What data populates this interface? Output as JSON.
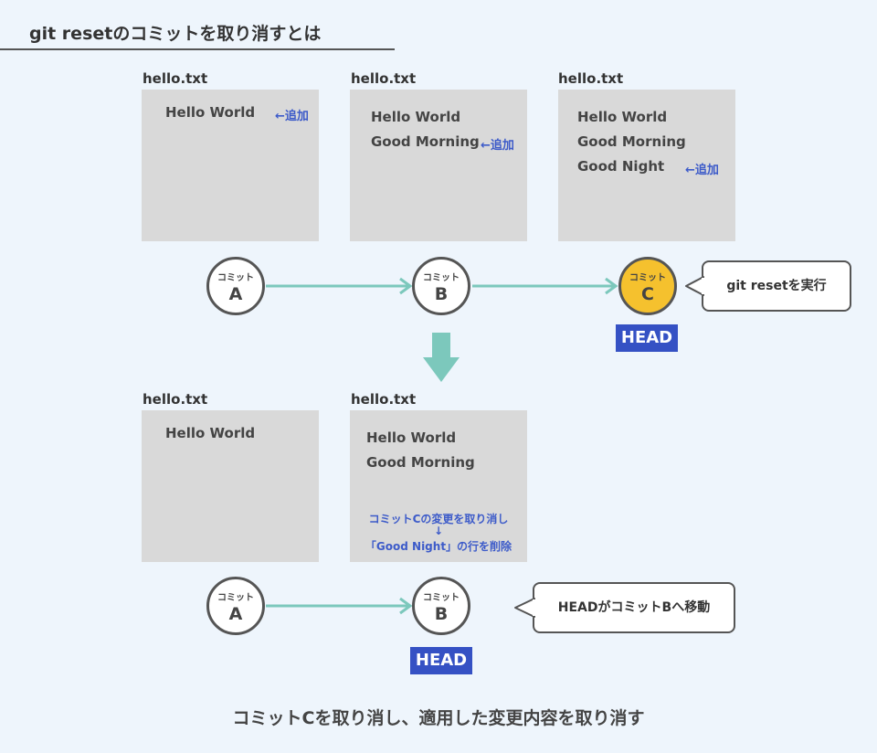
{
  "title": "git resetのコミットを取り消すとは",
  "before": {
    "files": [
      {
        "name": "hello.txt",
        "lines": [
          "Hello World"
        ],
        "added": "←追加"
      },
      {
        "name": "hello.txt",
        "lines": [
          "Hello World",
          "Good Morning"
        ],
        "added": "←追加"
      },
      {
        "name": "hello.txt",
        "lines": [
          "Hello World",
          "Good Morning",
          "Good Night"
        ],
        "added": "←追加"
      }
    ],
    "commits": [
      {
        "sub": "コミット",
        "letter": "A"
      },
      {
        "sub": "コミット",
        "letter": "B"
      },
      {
        "sub": "コミット",
        "letter": "C"
      }
    ],
    "head": "HEAD",
    "callout": "git resetを実行"
  },
  "after": {
    "files": [
      {
        "name": "hello.txt",
        "lines": [
          "Hello World"
        ]
      },
      {
        "name": "hello.txt",
        "lines": [
          "Hello World",
          "Good Morning"
        ],
        "note": [
          "コミットCの変更を取り消し",
          "↓",
          "「Good Night」の行を削除"
        ]
      }
    ],
    "commits": [
      {
        "sub": "コミット",
        "letter": "A"
      },
      {
        "sub": "コミット",
        "letter": "B"
      }
    ],
    "head": "HEAD",
    "callout": "HEADがコミットBへ移動"
  },
  "caption": "コミットCを取り消し、適用した変更内容を取り消す",
  "colors": {
    "background": "#eef5fc",
    "file_box": "#d9d9d9",
    "arrow": "#7cc8bc",
    "head_label": "#3551c4",
    "added_text": "#3d5bc9",
    "current_commit": "#f5c12e"
  }
}
